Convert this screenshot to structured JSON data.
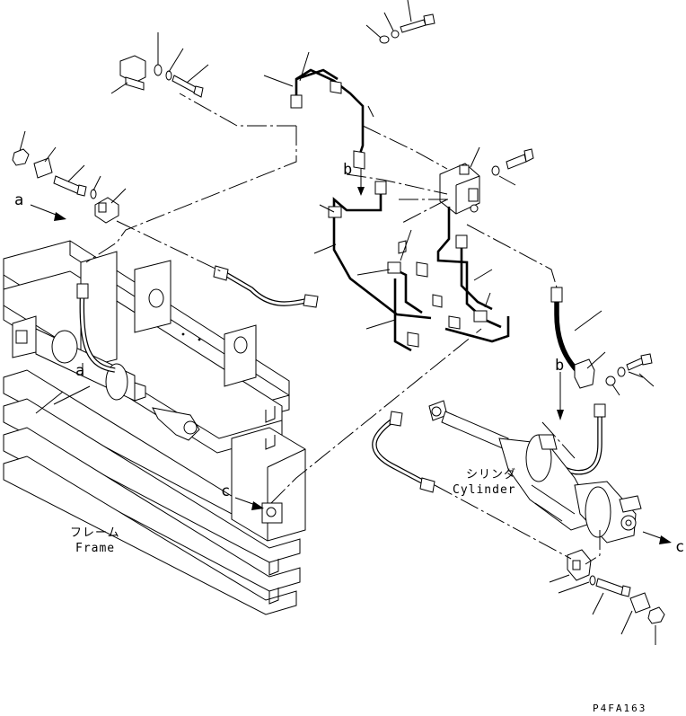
{
  "labels": {
    "frame_jp": "フレーム",
    "frame_en": "Frame",
    "cylinder_jp": "シリンダ",
    "cylinder_en": "Cylinder",
    "view_a_left": "a",
    "view_a_frame": "a",
    "view_b_upper": "b",
    "view_b_lower": "b",
    "view_c_frame": "c",
    "view_c_right": "c",
    "drawing_code": "P4FA163"
  },
  "colors": {
    "ink": "#000000",
    "paper": "#ffffff"
  }
}
